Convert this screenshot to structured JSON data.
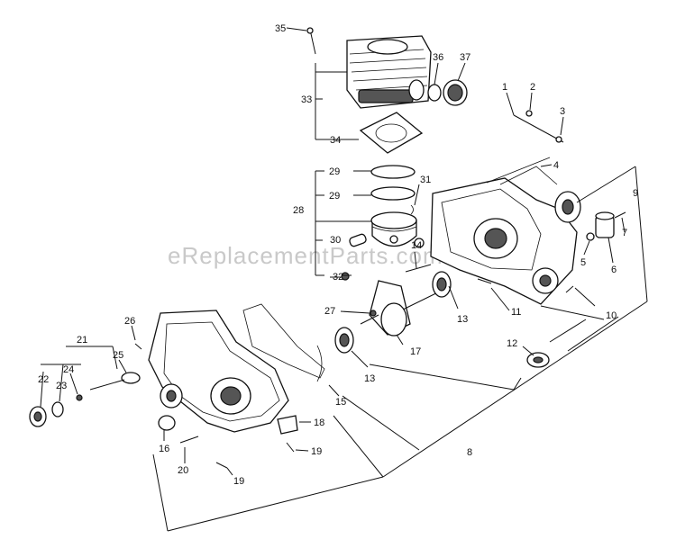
{
  "watermark": "eReplacementParts.com",
  "callouts": {
    "c1": "1",
    "c2": "2",
    "c3": "3",
    "c4": "4",
    "c5": "5",
    "c6": "6",
    "c7": "7",
    "c8": "8",
    "c9": "9",
    "c10": "10",
    "c11": "11",
    "c12": "12",
    "c13a": "13",
    "c13b": "13",
    "c14": "14",
    "c15": "15",
    "c16": "16",
    "c17": "17",
    "c18": "18",
    "c19a": "19",
    "c19b": "19",
    "c20": "20",
    "c21": "21",
    "c22": "22",
    "c23": "23",
    "c24": "24",
    "c25": "25",
    "c26": "26",
    "c27": "27",
    "c28": "28",
    "c29a": "29",
    "c29b": "29",
    "c30": "30",
    "c31": "31",
    "c32": "32",
    "c33": "33",
    "c34": "34",
    "c35": "35",
    "c36": "36",
    "c37": "37"
  }
}
